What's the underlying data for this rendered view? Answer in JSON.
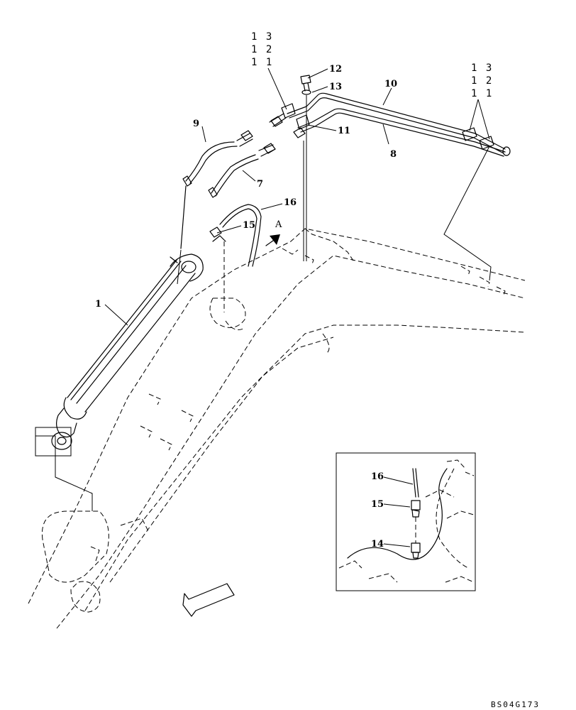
{
  "callouts": {
    "c1": "1",
    "c7": "7",
    "c8": "8",
    "c9": "9",
    "c10": "10",
    "c11": "11",
    "c12": "12",
    "c13": "13",
    "c15": "15",
    "c16": "16",
    "left_stack": [
      "1 3",
      "1 2",
      "1 1"
    ],
    "right_stack": [
      "1 3",
      "1 2",
      "1 1"
    ]
  },
  "view_label": "A",
  "detail": {
    "c16": "16",
    "c15": "15",
    "c14": "14"
  },
  "drawing_code": "BS04G173"
}
